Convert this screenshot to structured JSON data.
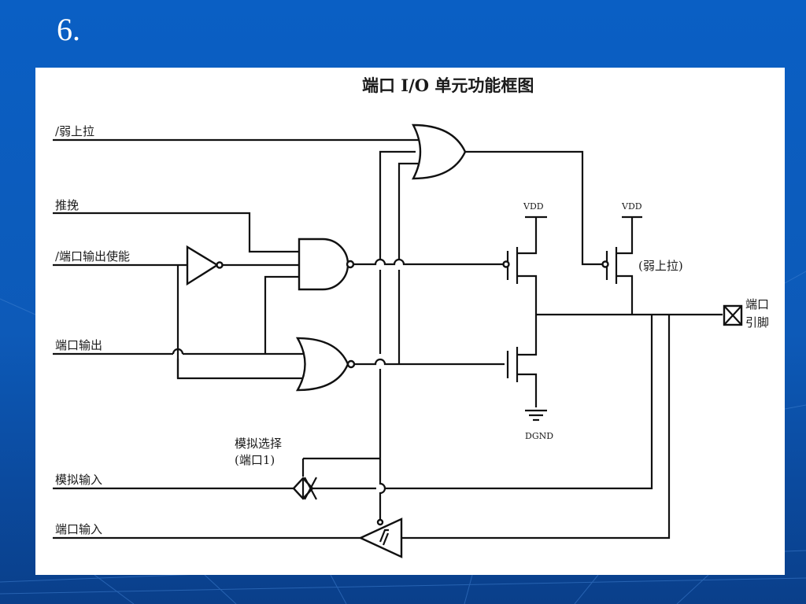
{
  "slide": {
    "number": "6."
  },
  "diagram": {
    "title": "端口 I/O 单元功能框图",
    "inputs": {
      "weak_pullup": "/弱上拉",
      "push_pull": "推挽",
      "output_enable": "/端口输出使能",
      "port_output": "端口输出",
      "analog_input": "模拟输入",
      "port_input": "端口输入"
    },
    "analog_select": {
      "line1": "模拟选择",
      "line2": "(端口1)"
    },
    "vdd_left": "VDD",
    "vdd_right": "VDD",
    "dgnd": "DGND",
    "weak_pullup_note": "(弱上拉)",
    "port_pin": {
      "line1": "端口",
      "line2": "引脚"
    }
  }
}
